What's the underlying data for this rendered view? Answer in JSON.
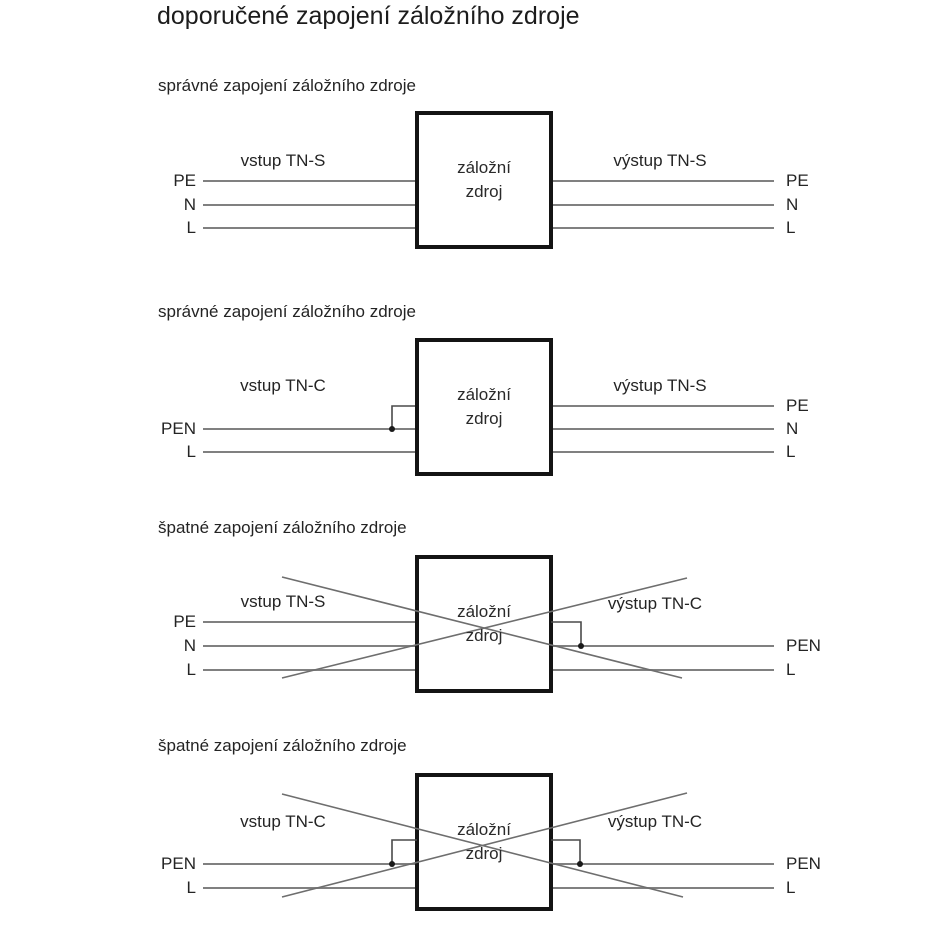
{
  "title": "doporučené zapojení záložního zdroje",
  "box_label": {
    "line1": "záložní",
    "line2": "zdroj"
  },
  "colors": {
    "wire": "#808080",
    "box_border": "#141414",
    "cross": "#6e6e6e",
    "text": "#242424",
    "background": "#ffffff"
  },
  "diagrams": [
    {
      "heading": "správné zapojení záložního zdroje",
      "input_label": "vstup TN-S",
      "output_label": "výstup TN-S",
      "left_conductors": {
        "c0": "PE",
        "c1": "N",
        "c2": "L"
      },
      "right_conductors": {
        "c0": "PE",
        "c1": "N",
        "c2": "L"
      },
      "crossed_out": false
    },
    {
      "heading": "správné zapojení záložního zdroje",
      "input_label": "vstup TN-C",
      "output_label": "výstup TN-S",
      "left_conductors": {
        "c0": "PEN",
        "c1": "L"
      },
      "right_conductors": {
        "c0": "PE",
        "c1": "N",
        "c2": "L"
      },
      "crossed_out": false
    },
    {
      "heading": "špatné zapojení záložního zdroje",
      "input_label": "vstup TN-S",
      "output_label": "výstup TN-C",
      "left_conductors": {
        "c0": "PE",
        "c1": "N",
        "c2": "L"
      },
      "right_conductors": {
        "c0": "PEN",
        "c1": "L"
      },
      "crossed_out": true
    },
    {
      "heading": "špatné zapojení záložního zdroje",
      "input_label": "vstup TN-C",
      "output_label": "výstup TN-C",
      "left_conductors": {
        "c0": "PEN",
        "c1": "L"
      },
      "right_conductors": {
        "c0": "PEN",
        "c1": "L"
      },
      "crossed_out": true
    }
  ]
}
